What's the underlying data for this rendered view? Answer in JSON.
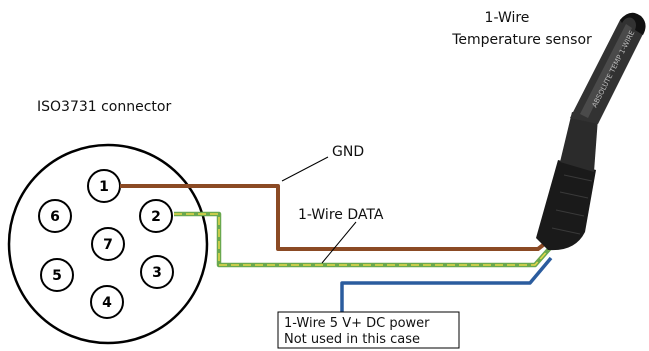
{
  "labels": {
    "sensor_line1": "1-Wire",
    "sensor_line2": "Temperature sensor",
    "connector": "ISO3731 connector",
    "gnd": "GND",
    "data": "1-Wire DATA",
    "power_line1": "1-Wire 5 V+ DC power",
    "power_line2": "Not used in this case"
  },
  "sensor_print": "ABSOLUTE TEMP 1-WIRE",
  "pins": [
    "1",
    "2",
    "3",
    "4",
    "5",
    "6",
    "7"
  ],
  "colors": {
    "gnd_wire": "#8B4A24",
    "data_wire_green": "#6AA84F",
    "data_wire_yellow": "#E8D84A",
    "power_wire": "#2B5C9E",
    "leader": "#000000",
    "sensor_body": "#2a2a2a"
  }
}
